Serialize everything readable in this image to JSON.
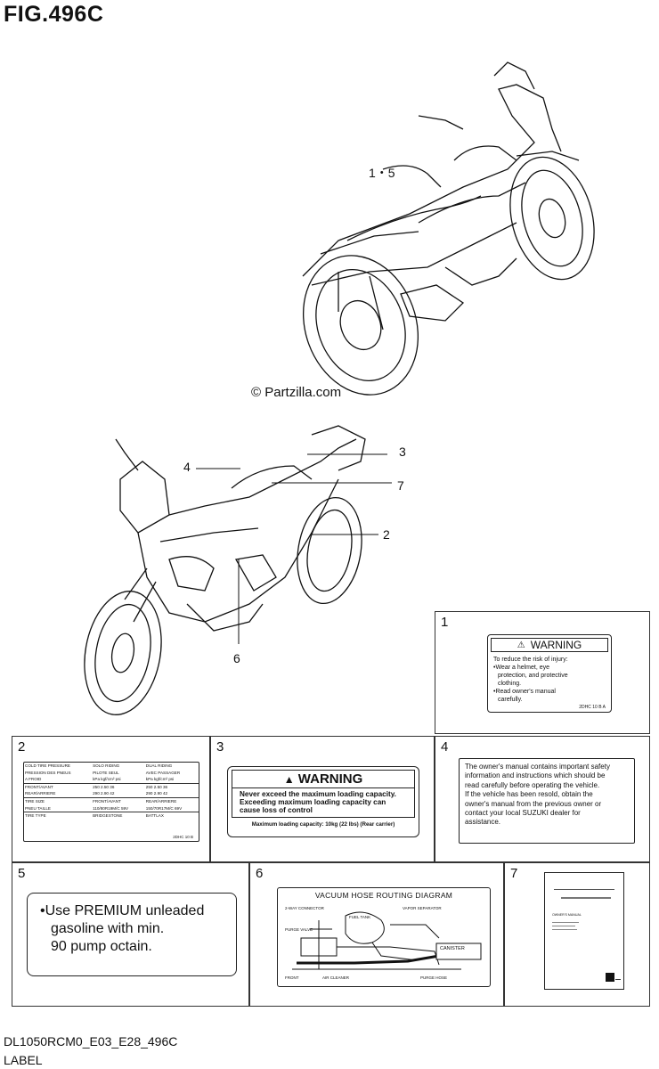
{
  "figure": {
    "title": "FIG.496C",
    "watermark": "© Partzilla.com",
    "footer_code": "DL1050RCM0_E03_E28_496C",
    "footer_label": "LABEL"
  },
  "callouts": {
    "top_bike": "1・5",
    "c3": "3",
    "c4": "4",
    "c7": "7",
    "c2": "2",
    "c6": "6"
  },
  "boxes": {
    "b1": {
      "number": "1",
      "heading": "WARNING",
      "lines": [
        "To reduce the risk of injury:",
        "•Wear a helmet, eye",
        "protection, and protective",
        "clothing.",
        "•Read owner's manual",
        "carefully."
      ],
      "code": "2DHC 10 B   A"
    },
    "b2": {
      "number": "2",
      "rows": [
        [
          "COLD TIRE PRESSURE",
          "SOLO RIDING",
          "DUAL RIDING"
        ],
        [
          "PRESSION DES PNEUS",
          "PILOTE SEUL",
          "AVEC PASSAGER"
        ],
        [
          "A FROID",
          "kPa  kgf/cm²  psi",
          "kPa  kgf/cm²  psi"
        ],
        [
          "FRONT/AVANT",
          "250   2.50   36",
          "250   2.50   36"
        ],
        [
          "REAR/ARRIERE",
          "290   2.90   42",
          "290   2.90   42"
        ],
        [
          "TIRE SIZE",
          "FRONT/AVANT",
          "REAR/ARRIERE"
        ],
        [
          "PNEU TAILLE",
          "110/80R19M/C 59V",
          "150/70R17M/C 69V"
        ],
        [
          "TIRE TYPE",
          "BRIDGESTONE",
          "BATTLAX"
        ]
      ],
      "code": "2DHC 10 B"
    },
    "b3": {
      "number": "3",
      "heading": "WARNING",
      "lines": [
        "Never exceed the maximum loading capacity.",
        "Exceeding maximum loading capacity can",
        "cause loss of control"
      ],
      "capacity": "Maximum loading capacity: 10kg (22 lbs) (Rear carrier)"
    },
    "b4": {
      "number": "4",
      "lines": [
        "The owner's manual contains important safety",
        "information and instructions which should be",
        "read carefully before operating the vehicle.",
        "If the vehicle has been resold, obtain the",
        "owner's manual from the previous owner or",
        "contact your local SUZUKI dealer for",
        "assistance."
      ]
    },
    "b5": {
      "number": "5",
      "lines": [
        "•Use PREMIUM unleaded",
        "gasoline with min.",
        "90 pump octain."
      ]
    },
    "b6": {
      "number": "6",
      "heading": "VACUUM HOSE ROUTING DIAGRAM",
      "canister": "CANISTER",
      "notes": [
        "2-WAY CONNECTOR",
        "PURGE VALVE",
        "FUEL TANK",
        "VAPOR SEPARATOR",
        "AIR CLEANER",
        "FRONT",
        "PURGE HOSE"
      ]
    },
    "b7": {
      "number": "7",
      "cover": "OWNER'S MANUAL"
    }
  }
}
